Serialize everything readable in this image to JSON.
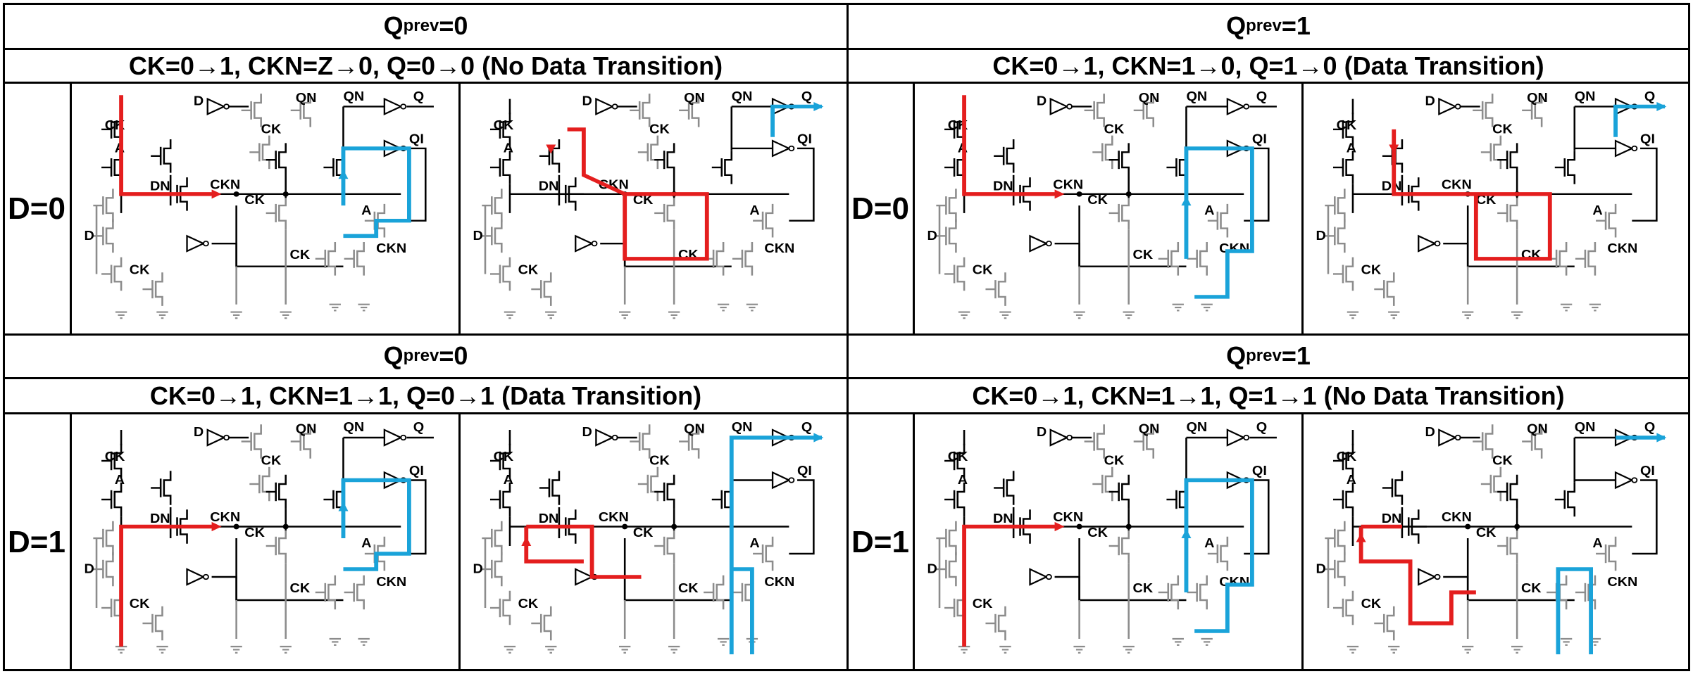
{
  "quadrants": [
    {
      "qprev_label": "Q",
      "qprev_sub": "prev",
      "qprev_value": "=0",
      "condition": "CK=0→1, CKN=Z→0, Q=0→0 (No Data Transition)",
      "row_label": "D=0"
    },
    {
      "qprev_label": "Q",
      "qprev_sub": "prev",
      "qprev_value": "=1",
      "condition": "CK=0→1, CKN=1→0, Q=1→0 (Data Transition)",
      "row_label": "D=0"
    },
    {
      "qprev_label": "Q",
      "qprev_sub": "prev",
      "qprev_value": "=0",
      "condition": "CK=0→1, CKN=1→1, Q=0→1 (Data Transition)",
      "row_label": "D=1"
    },
    {
      "qprev_label": "Q",
      "qprev_sub": "prev",
      "qprev_value": "=1",
      "condition": "CK=0→1, CKN=1→1, Q=1→1 (No Data Transition)",
      "row_label": "D=1"
    }
  ],
  "node_labels": {
    "ck": "CK",
    "ckn": "CKN",
    "a": "A",
    "d": "D",
    "dn": "DN",
    "qn": "QN",
    "q": "Q",
    "qi": "QI"
  },
  "colors": {
    "active_red": "#e41e1e",
    "active_blue": "#1aa3d9",
    "inactive_gray": "#8c8c8c",
    "wire": "#000000"
  }
}
